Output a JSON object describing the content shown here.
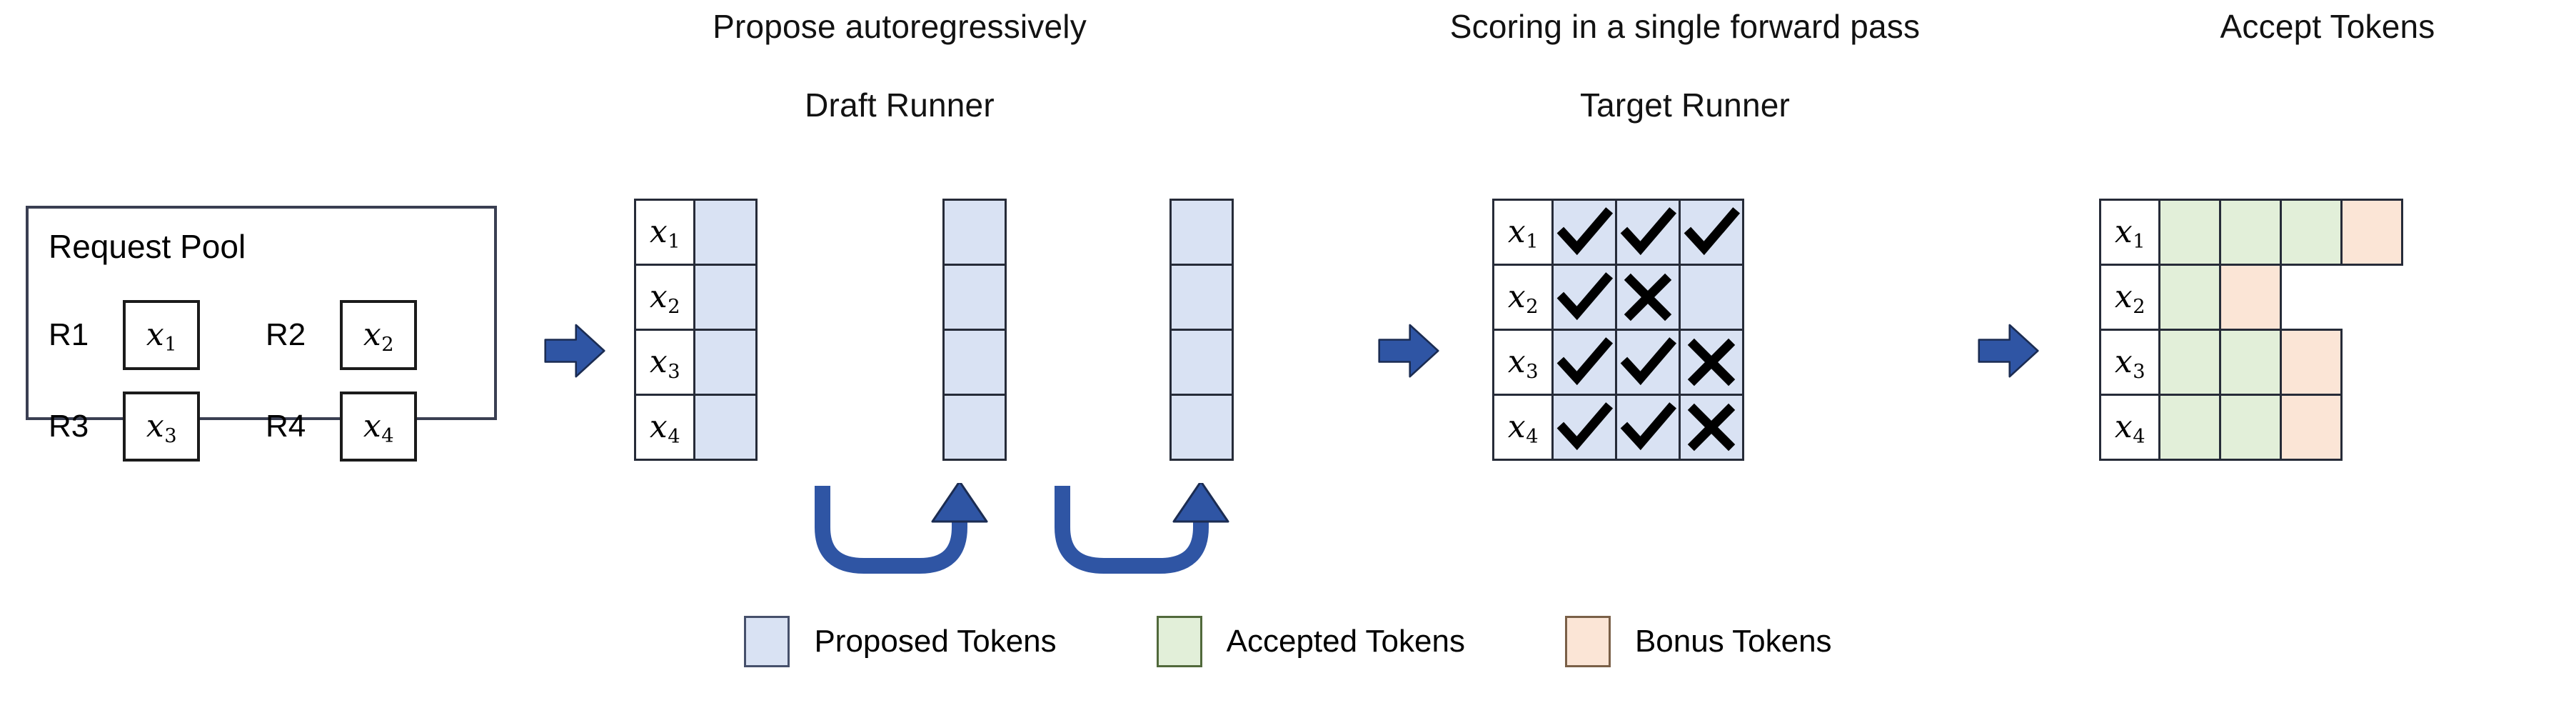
{
  "figure": {
    "headings": {
      "propose": "Propose autoregressively",
      "draft_runner": "Draft Runner",
      "scoring": "Scoring in a single forward pass",
      "target_runner": "Target Runner",
      "accept_tokens": "Accept Tokens"
    },
    "request_pool": {
      "title": "Request Pool",
      "entries": [
        {
          "label": "R1",
          "token": "x",
          "sub": "1"
        },
        {
          "label": "R2",
          "token": "x",
          "sub": "2"
        },
        {
          "label": "R3",
          "token": "x",
          "sub": "3"
        },
        {
          "label": "R4",
          "token": "x",
          "sub": "4"
        }
      ]
    },
    "row_labels": [
      {
        "token": "x",
        "sub": "1"
      },
      {
        "token": "x",
        "sub": "2"
      },
      {
        "token": "x",
        "sub": "3"
      },
      {
        "token": "x",
        "sub": "4"
      }
    ],
    "draft_runner": {
      "steps": 3,
      "rows": 4,
      "cell_state": "proposed",
      "recurrence_arrows": 2
    },
    "target_runner": {
      "marks": [
        [
          "check",
          "check",
          "check"
        ],
        [
          "check",
          "cross",
          "blank"
        ],
        [
          "check",
          "check",
          "cross"
        ],
        [
          "check",
          "check",
          "cross"
        ]
      ]
    },
    "accept_tokens": {
      "rows": [
        [
          "accepted",
          "accepted",
          "accepted",
          "bonus"
        ],
        [
          "accepted",
          "bonus"
        ],
        [
          "accepted",
          "accepted",
          "bonus"
        ],
        [
          "accepted",
          "accepted",
          "bonus"
        ]
      ]
    },
    "legend": [
      {
        "name": "Proposed Tokens",
        "color": "#d9e2f3"
      },
      {
        "name": "Accepted Tokens",
        "color": "#e2efd9"
      },
      {
        "name": "Bonus Tokens",
        "color": "#fbe5d6"
      }
    ],
    "colors": {
      "proposed": "#d9e2f3",
      "accepted": "#e2efd9",
      "bonus": "#fbe5d6",
      "arrow_blue": "#2f55a4",
      "outline": "#262b38",
      "background": "#ffffff"
    },
    "icons": {
      "check": "check-mark-icon",
      "cross": "cross-mark-icon",
      "flow_arrow": "right-block-arrow-icon",
      "loop_arrow": "curved-up-arrow-icon"
    }
  }
}
